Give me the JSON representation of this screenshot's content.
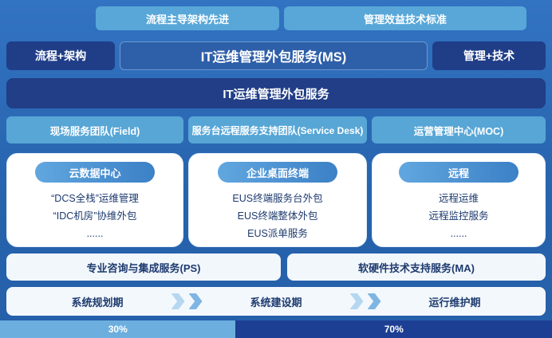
{
  "colors": {
    "background": "#2c69b4",
    "light_blue_box": "#58a7d8",
    "dark_navy_box": "#203e88",
    "mid_blue_box": "#2e5fa9",
    "card_background": "#ffffff",
    "card_text": "#1d3a6e",
    "progress_left": "#6caede",
    "progress_right": "#1d3f93"
  },
  "top_labels": {
    "left": "流程主导架构先进",
    "right": "管理效益技术标准"
  },
  "header_row": {
    "left": "流程+架构",
    "center": "IT运维管理外包服务(MS)",
    "right": "管理+技术"
  },
  "banner": "IT运维管理外包服务",
  "teams": [
    "现场服务团队(Field)",
    "服务台远程服务支持团队(Service Desk)",
    "运营管理中心(MOC)"
  ],
  "cards": [
    {
      "title": "云数据中心",
      "items": [
        "“DCS全栈”运维管理",
        "“IDC机房”协维外包",
        "......"
      ]
    },
    {
      "title": "企业桌面终端",
      "items": [
        "EUS终端服务台外包",
        "EUS终端整体外包",
        "EUS派单服务"
      ]
    },
    {
      "title": "远程",
      "items": [
        "远程运维",
        "远程监控服务",
        "......"
      ]
    }
  ],
  "services": [
    "专业咨询与集成服务(PS)",
    "软硬件技术支持服务(MA)"
  ],
  "phases": [
    "系统规划期",
    "系统建设期",
    "运行维护期"
  ],
  "progress": {
    "left_label": "30%",
    "right_label": "70%"
  }
}
